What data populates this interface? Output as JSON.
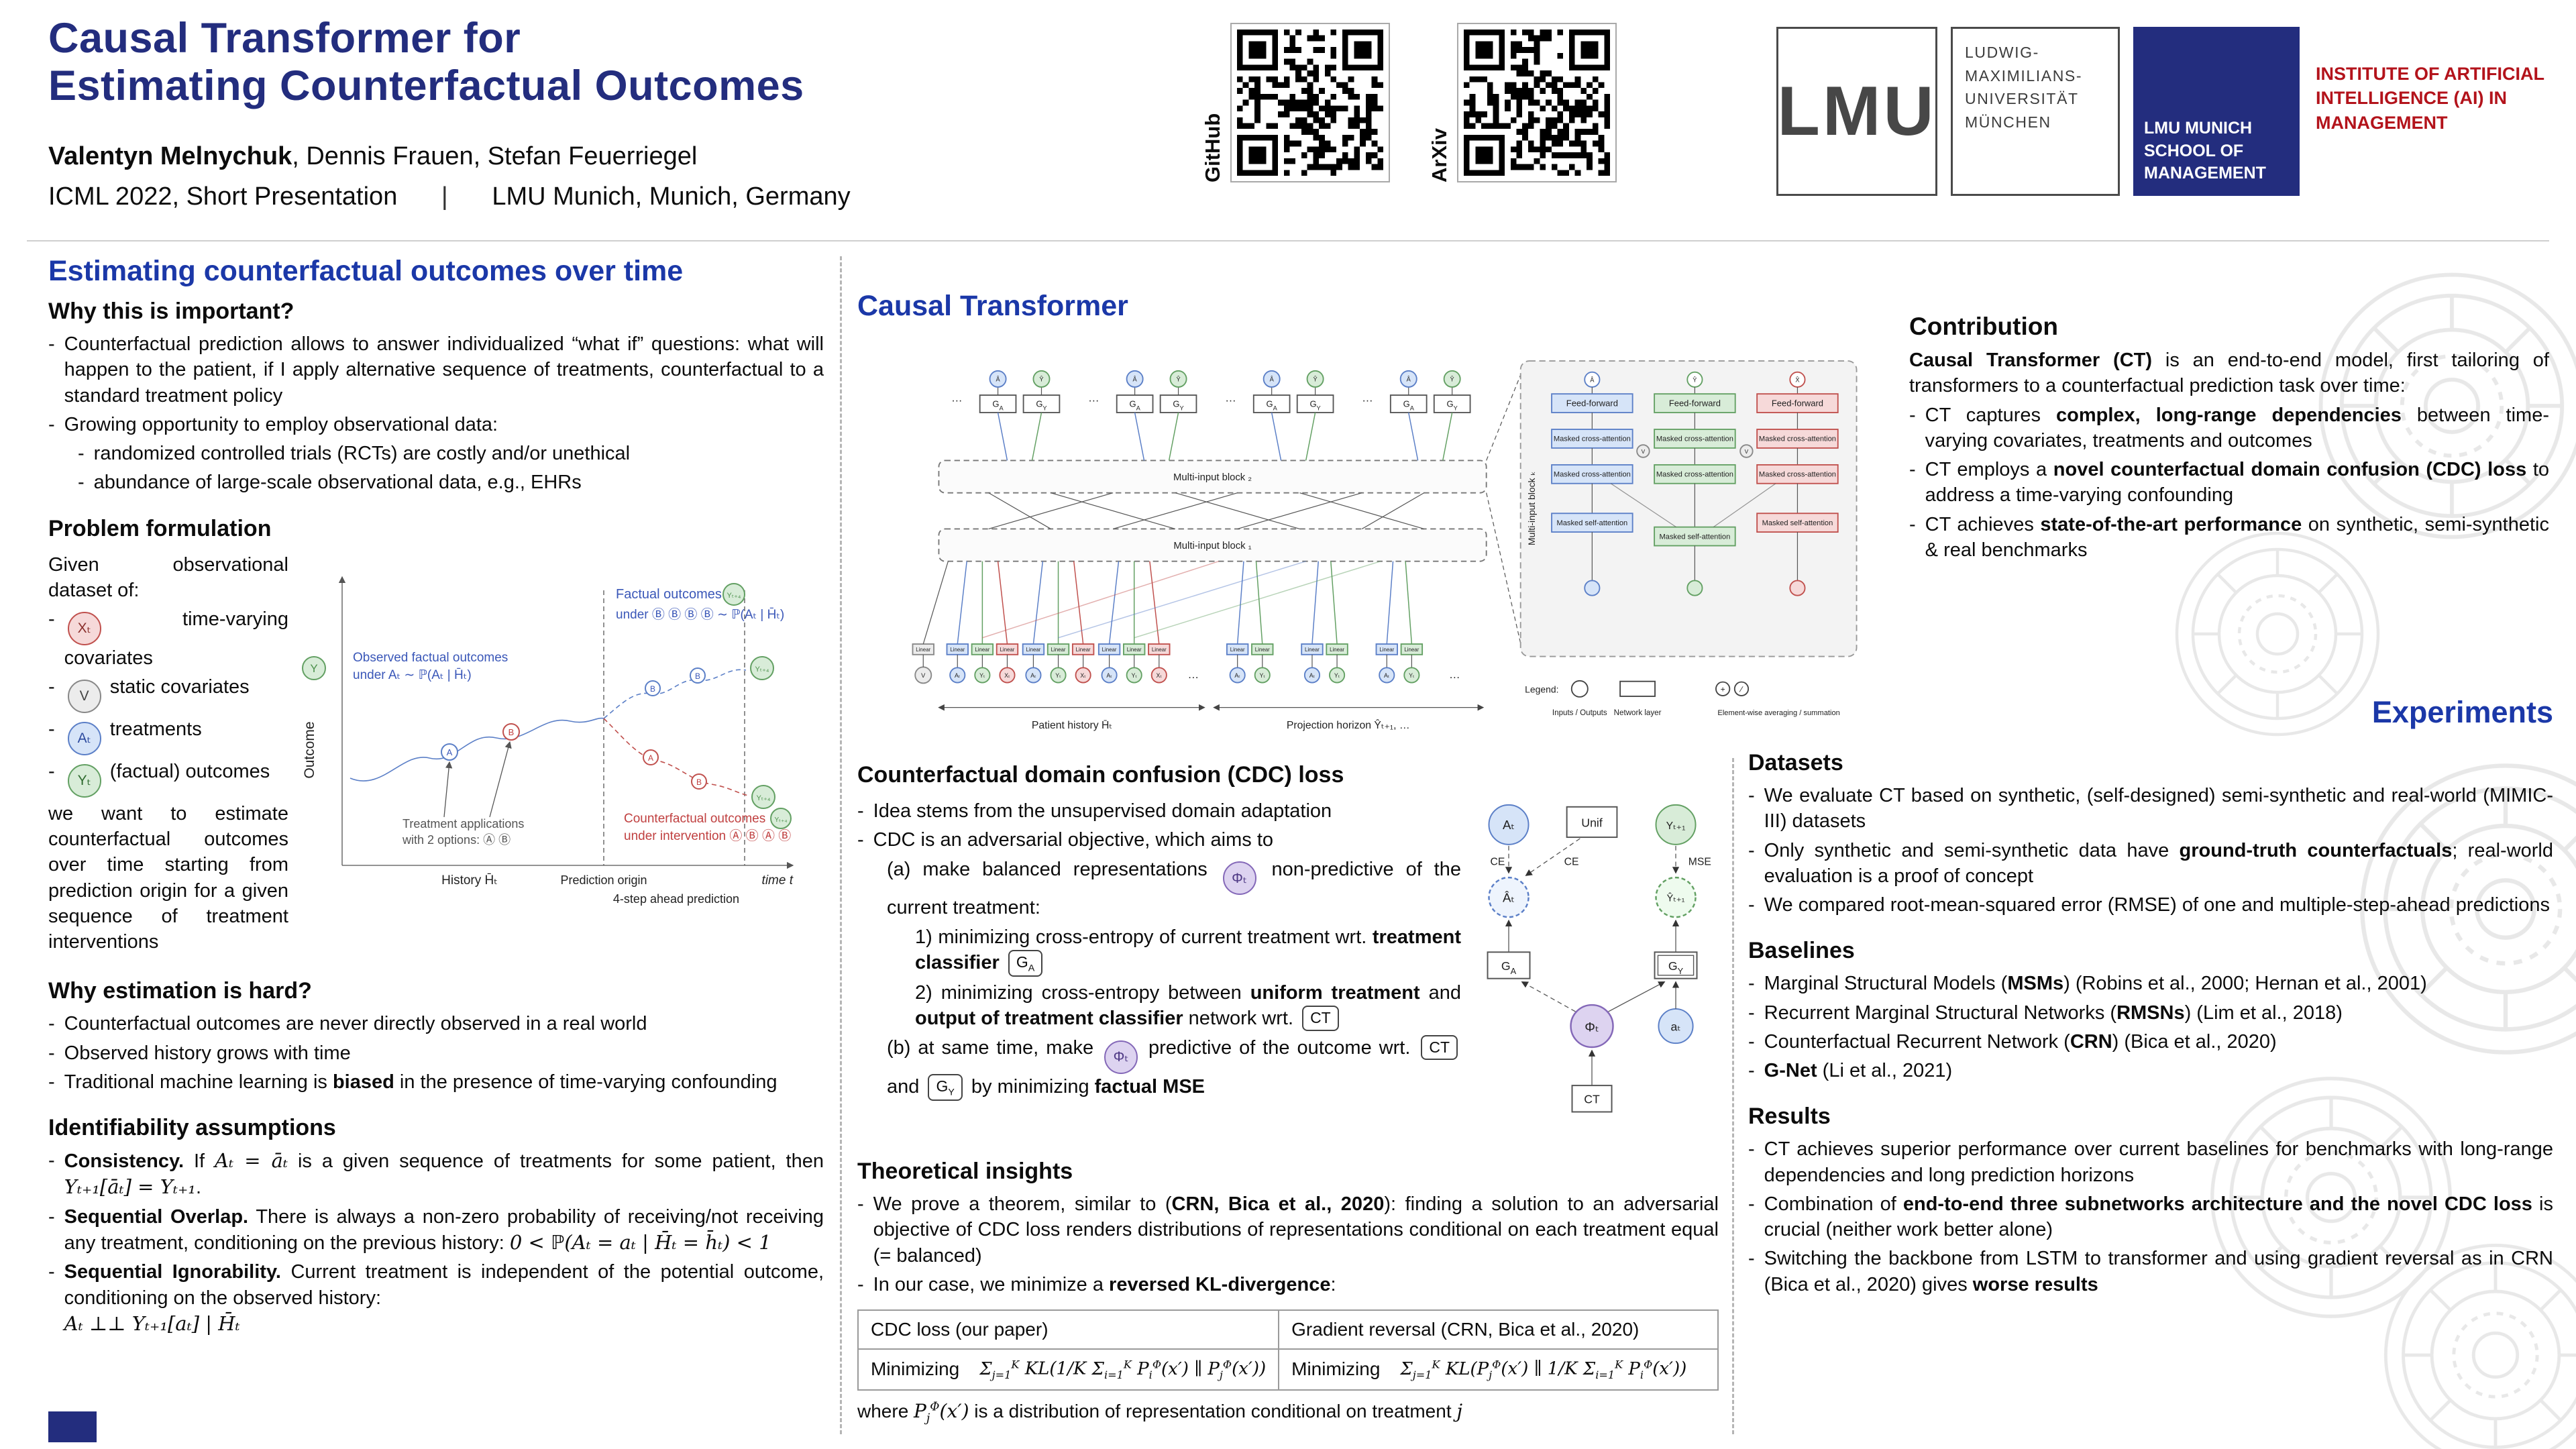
{
  "colors": {
    "navy": "#232d7e",
    "heading_blue": "#1b38a8",
    "institute_red": "#b3131b"
  },
  "header": {
    "title1": "Causal Transformer for",
    "title2": "Estimating Counterfactual Outcomes",
    "authors": [
      {
        "t": "Valentyn Melnychuk",
        "b": true
      },
      {
        "t": ", Dennis Frauen, Stefan Feuerriegel"
      }
    ],
    "venue_left": "ICML 2022, Short Presentation",
    "venue_sep": "|",
    "venue_right": "LMU Munich, Munich, Germany",
    "qr_github": "GitHub",
    "qr_arxiv": "ArXiv",
    "logo_lmu": "LMU",
    "logo_university": "LUDWIG-MAXIMILIANS-UNIVERSITÄT MÜNCHEN",
    "logo_school": "LMU MUNICH SCHOOL OF MANAGEMENT",
    "logo_institute": "INSTITUTE OF ARTIFICIAL INTELLIGENCE (AI) IN MANAGEMENT"
  },
  "left": {
    "heading": "Estimating counterfactual outcomes over time",
    "why_head": "Why this is important?",
    "why_i1": [
      {
        "t": "Counterfactual prediction allows to answer individualized “what if” questions: what will happen to the patient, if I apply alternative sequence of treatments, counterfactual to a standard treatment policy"
      }
    ],
    "why_i2": [
      {
        "t": "Growing opportunity to employ observational data:"
      }
    ],
    "why_i2a": [
      {
        "t": "randomized controlled trials (RCTs) are costly and/or unethical"
      }
    ],
    "why_i2b": [
      {
        "t": "abundance of large-scale observational data, e.g., EHRs"
      }
    ],
    "pf_head": "Problem formulation",
    "pf_intro": [
      {
        "t": "Given observational dataset of:"
      }
    ],
    "pf_i1": [
      {
        "t": "Xₜ",
        "cls": "tok tok-red"
      },
      {
        "t": " time-varying covariates"
      }
    ],
    "pf_i2": [
      {
        "t": "V",
        "cls": "tok tok-gray"
      },
      {
        "t": " static covariates"
      }
    ],
    "pf_i3": [
      {
        "t": "Aₜ",
        "cls": "tok tok-blue"
      },
      {
        "t": " treatments"
      }
    ],
    "pf_i4": [
      {
        "t": "Yₜ",
        "cls": "tok tok-green"
      },
      {
        "t": " (factual) outcomes"
      }
    ],
    "pf_outro": [
      {
        "t": "we want to estimate counterfactual outcomes over time starting from prediction origin for a given sequence of treatment interventions"
      }
    ],
    "hard_head": "Why estimation is hard?",
    "hard_i1": [
      {
        "t": "Counterfactual outcomes are never directly observed in a real world"
      }
    ],
    "hard_i2": [
      {
        "t": "Observed history grows with time"
      }
    ],
    "hard_i3": [
      {
        "t": "Traditional machine learning is "
      },
      {
        "t": "biased",
        "b": true
      },
      {
        "t": " in the presence of time-varying confounding"
      }
    ],
    "ident_head": "Identifiability assumptions",
    "ident_i1": [
      {
        "t": "Consistency.",
        "b": true
      },
      {
        "t": " If "
      },
      {
        "t": "Aₜ = āₜ",
        "cls": "math"
      },
      {
        "t": " is a given sequence of treatments for some patient, then "
      },
      {
        "t": "Yₜ₊₁[āₜ] = Yₜ₊₁",
        "cls": "math"
      },
      {
        "t": "."
      }
    ],
    "ident_i2": [
      {
        "t": "Sequential Overlap.",
        "b": true
      },
      {
        "t": " There is always a non-zero probability of receiving/not receiving any treatment, conditioning on the previous history: "
      },
      {
        "t": "0 < ℙ(Aₜ = aₜ | H̄ₜ = h̄ₜ) < 1",
        "cls": "math"
      }
    ],
    "ident_i3": [
      {
        "t": "Sequential Ignorability.",
        "b": true
      },
      {
        "t": " Current treatment is independent of the potential outcome, conditioning on the observed history:"
      },
      {
        "br": true,
        "t": "Aₜ ⊥⊥ Yₜ₊₁[aₜ] | H̄ₜ",
        "cls": "math"
      }
    ]
  },
  "mid": {
    "heading": "Causal Transformer",
    "cdc_head": "Counterfactual domain confusion (CDC) loss",
    "cdc_i1": [
      {
        "t": "Idea stems from the unsupervised domain adaptation"
      }
    ],
    "cdc_i2": [
      {
        "t": "CDC is an adversarial objective, which aims to"
      }
    ],
    "cdc_a": [
      {
        "t": "(a) make balanced representations "
      },
      {
        "t": "Φₜ",
        "cls": "tok tok-purple"
      },
      {
        "t": " non-predictive of the current treatment:"
      }
    ],
    "cdc_a1": [
      {
        "t": "1) minimizing cross-entropy of current treatment wrt. "
      },
      {
        "t": "treatment classifier",
        "b": true
      },
      {
        "t": " "
      },
      {
        "t": "G",
        "sub": "A",
        "cls": "tokbox"
      }
    ],
    "cdc_a2": [
      {
        "t": "2) minimizing cross-entropy between "
      },
      {
        "t": "uniform treatment",
        "b": true
      },
      {
        "t": " and "
      },
      {
        "t": "output of treatment classifier",
        "b": true
      },
      {
        "t": " network wrt. "
      },
      {
        "t": "CT",
        "cls": "tokbox"
      }
    ],
    "cdc_b": [
      {
        "t": "(b) at same time, make "
      },
      {
        "t": "Φₜ",
        "cls": "tok tok-purple"
      },
      {
        "t": " predictive of the outcome wrt. "
      },
      {
        "t": "CT",
        "cls": "tokbox"
      },
      {
        "t": " and "
      },
      {
        "t": "G",
        "sub": "Y",
        "cls": "tokbox"
      },
      {
        "t": " by minimizing "
      },
      {
        "t": "factual MSE",
        "b": true
      }
    ],
    "theo_head": "Theoretical insights",
    "theo_i1": [
      {
        "t": "We prove a theorem, similar to ("
      },
      {
        "t": "CRN, Bica et al., 2020",
        "b": true
      },
      {
        "t": "): finding a solution to an adversarial objective of CDC loss renders distributions of representations conditional on each treatment equal (= balanced)"
      }
    ],
    "theo_i2": [
      {
        "t": "In our case, we minimize a "
      },
      {
        "t": "reversed KL-divergence",
        "b": true
      },
      {
        "t": ":"
      }
    ],
    "table": {
      "h1": "CDC loss (our paper)",
      "h2": "Gradient reversal (CRN, Bica et al., 2020)",
      "min": "Minimizing",
      "f1": [
        {
          "t": "Σ",
          "sub": "j=1",
          "sup": "K"
        },
        {
          "t": " KL("
        },
        {
          "t": "1∕K "
        },
        {
          "t": "Σ",
          "sub": "i=1",
          "sup": "K"
        },
        {
          "t": " P",
          "sub": "i",
          "sup": "Φ"
        },
        {
          "t": "(x′) ∥ P",
          "sub": "j",
          "sup": "Φ"
        },
        {
          "t": "(x′))"
        }
      ],
      "f2": [
        {
          "t": "Σ",
          "sub": "j=1",
          "sup": "K"
        },
        {
          "t": " KL(P",
          "sub": "j",
          "sup": "Φ"
        },
        {
          "t": "(x′) ∥ "
        },
        {
          "t": "1∕K "
        },
        {
          "t": "Σ",
          "sub": "i=1",
          "sup": "K"
        },
        {
          "t": " P",
          "sub": "i",
          "sup": "Φ"
        },
        {
          "t": "(x′))"
        }
      ]
    },
    "table_note": [
      {
        "t": "where "
      },
      {
        "t": "P",
        "sub": "j",
        "sup": "Φ",
        "cls": "math"
      },
      {
        "t": "(x′)",
        "cls": "math"
      },
      {
        "t": " is a distribution of representation conditional on treatment "
      },
      {
        "t": "j",
        "cls": "math"
      }
    ]
  },
  "right": {
    "contrib_head": "Contribution",
    "contrib_intro": [
      {
        "t": "Causal Transformer (CT)",
        "b": true
      },
      {
        "t": " is an end-to-end model, first tailoring of transformers to a counterfactual prediction task over time:"
      }
    ],
    "contrib_i1": [
      {
        "t": "CT captures "
      },
      {
        "t": "complex, long-range dependencies",
        "b": true
      },
      {
        "t": " between time-varying covariates, treatments and outcomes"
      }
    ],
    "contrib_i2": [
      {
        "t": "CT employs a "
      },
      {
        "t": "novel counterfactual domain confusion (CDC) loss",
        "b": true
      },
      {
        "t": " to address a time-varying confounding"
      }
    ],
    "contrib_i3": [
      {
        "t": "CT achieves "
      },
      {
        "t": "state-of-the-art performance",
        "b": true
      },
      {
        "t": " on synthetic, semi-synthetic & real benchmarks"
      }
    ],
    "experiments_head": "Experiments",
    "datasets_head": "Datasets",
    "data_i1": [
      {
        "t": "We evaluate CT based on synthetic, (self-designed) semi-synthetic and real-world (MIMIC-III) datasets"
      }
    ],
    "data_i2": [
      {
        "t": "Only synthetic and semi-synthetic data have "
      },
      {
        "t": "ground-truth counterfactuals",
        "b": true
      },
      {
        "t": "; real-world evaluation is a proof of concept"
      }
    ],
    "data_i3": [
      {
        "t": "We compared root-mean-squared error (RMSE) of one and multiple-step-ahead predictions"
      }
    ],
    "baselines_head": "Baselines",
    "base_i1": [
      {
        "t": "Marginal Structural Models ("
      },
      {
        "t": "MSMs",
        "b": true
      },
      {
        "t": ") (Robins et al., 2000; Hernan et al., 2001)"
      }
    ],
    "base_i2": [
      {
        "t": "Recurrent Marginal Structural Networks ("
      },
      {
        "t": "RMSNs",
        "b": true
      },
      {
        "t": ") (Lim et al., 2018)"
      }
    ],
    "base_i3": [
      {
        "t": "Counterfactual Recurrent Network ("
      },
      {
        "t": "CRN",
        "b": true
      },
      {
        "t": ") (Bica et al., 2020)"
      }
    ],
    "base_i4": [
      {
        "t": "G-Net",
        "b": true
      },
      {
        "t": " (Li et al., 2021)"
      }
    ],
    "results_head": "Results",
    "res_i1": [
      {
        "t": "CT achieves superior performance over current baselines for benchmarks with long-range dependencies and long prediction horizons"
      }
    ],
    "res_i2": [
      {
        "t": "Combination of "
      },
      {
        "t": "end-to-end three subnetworks architecture and the novel CDC loss",
        "b": true
      },
      {
        "t": " is crucial (neither work better alone)"
      }
    ],
    "res_i3": [
      {
        "t": "Switching the backbone from LSTM to transformer and using gradient reversal as in CRN (Bica et al., 2020) gives "
      },
      {
        "t": "worse results",
        "b": true
      }
    ]
  },
  "fig_problem": {
    "outcome": "Outcome",
    "y_tok": "Y",
    "time": "time t",
    "history": "History H̄ₜ",
    "origin": "Prediction origin",
    "ahead": "4-step ahead prediction",
    "factual1": "Factual outcomes",
    "factual_tok": "Yₜ₊₄",
    "factual2": "under Ⓑ Ⓑ Ⓑ Ⓑ ∼ ℙ(Aₜ | H̄ₜ)",
    "observed1": "Observed factual outcomes",
    "observed2": "under Aₜ ∼ ℙ(Aₜ | H̄ₜ)",
    "counter1": "Counterfactual outcomes",
    "counter_tok": "Yₜ₊₄",
    "counter2": "under intervention Ⓐ Ⓑ Ⓐ Ⓑ",
    "treat1": "Treatment applications",
    "treat2": "with 2 options: Ⓐ Ⓑ",
    "mark_a": "A",
    "mark_b": "B"
  },
  "fig_arch": {
    "linear": "Linear",
    "g": "G",
    "sub_a": "A",
    "sub_y": "Y",
    "a": "Aₜ",
    "y": "Yₜ",
    "x": "Xₜ",
    "v": "V",
    "ahat": "Â",
    "yhat": "Ŷ",
    "xhat": "X̂",
    "dots": "…",
    "block_top": "Multi-input block ₂",
    "block_bottom": "Multi-input block ₁",
    "block_k": "Multi-input block ₖ",
    "ff": "Feed-forward",
    "cross": "Masked cross-attention",
    "self": "Masked self-attention",
    "patient": "Patient history H̄ₜ",
    "horizon": "Projection horizon Ŷₜ₊₁, …",
    "legend": "Legend:",
    "leg_io": "Inputs / Outputs",
    "leg_layer": "Network layer",
    "leg_elem": "Element-wise averaging / summation",
    "plus": "+",
    "slash": "∕"
  },
  "fig_cdc": {
    "a": "Aₜ",
    "unif": "Unif",
    "y": "Yₜ₊₁",
    "ce1": "CE",
    "ce2": "CE",
    "mse": "MSE",
    "ahat": "Âₜ",
    "yhat": "Ŷₜ₊₁",
    "g": "G",
    "sub_a": "A",
    "sub_y": "Y",
    "phi": "Φₜ",
    "at": "aₜ",
    "ct": "CT"
  }
}
